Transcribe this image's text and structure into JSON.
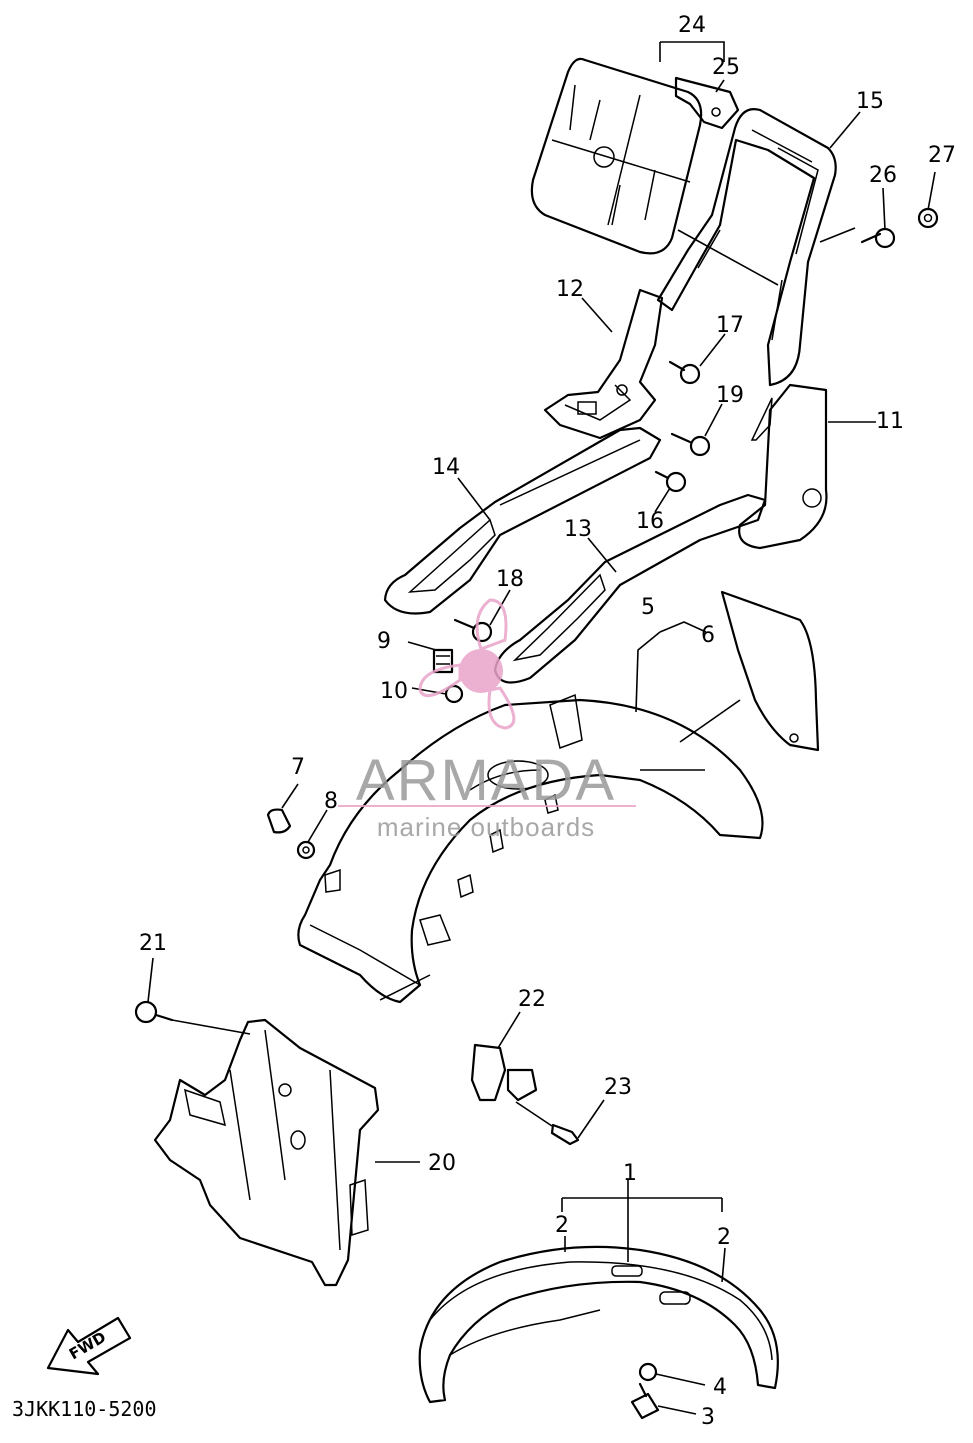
{
  "drawing_code": "3JKK110-5200",
  "fwd_label": "FWD",
  "watermark": {
    "brand": "ARMADA",
    "tagline": "marine outboards",
    "brand_color": "#9a9a9a",
    "logo_color": "#e9a3c9"
  },
  "callouts": [
    "1",
    "2",
    "2",
    "3",
    "4",
    "5",
    "6",
    "7",
    "8",
    "9",
    "10",
    "11",
    "12",
    "13",
    "14",
    "15",
    "16",
    "17",
    "18",
    "19",
    "20",
    "21",
    "22",
    "23",
    "24",
    "25",
    "26",
    "27"
  ]
}
